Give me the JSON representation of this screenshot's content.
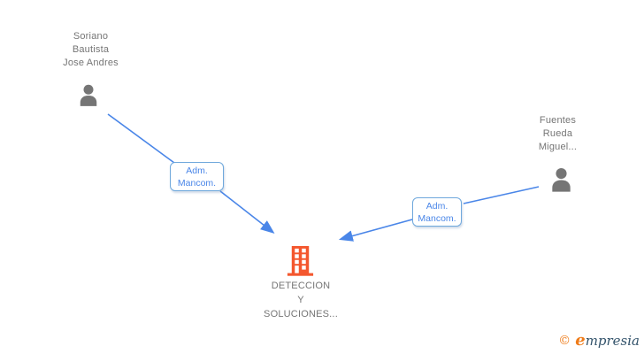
{
  "diagram": {
    "background_color": "#ffffff",
    "edge_color": "#4a86e8",
    "edge_box_border_color": "#6fa8dc",
    "edge_label_color": "#4a86e8",
    "node_label_color": "#757575",
    "person_icon_color": "#757575",
    "building_icon_color": "#f4572e",
    "nodes": {
      "person1": {
        "icon": "person-icon",
        "label_lines": [
          "Soriano",
          "Bautista",
          "Jose Andres"
        ]
      },
      "person2": {
        "icon": "person-icon",
        "label_lines": [
          "Fuentes",
          "Rueda",
          "Miguel..."
        ]
      },
      "company": {
        "icon": "building-icon",
        "label_lines": [
          "DETECCION",
          "Y",
          "SOLUCIONES..."
        ]
      }
    },
    "edges": [
      {
        "from": "person1",
        "to": "company",
        "label_lines": [
          "Adm.",
          "Mancom."
        ]
      },
      {
        "from": "person2",
        "to": "company",
        "label_lines": [
          "Adm.",
          "Mancom."
        ]
      }
    ],
    "watermark": {
      "copyright_symbol": "©",
      "brand_first_letter": "e",
      "brand_rest": "mpresia",
      "orange_color": "#ef7c1a",
      "dark_color": "#33536b"
    }
  }
}
